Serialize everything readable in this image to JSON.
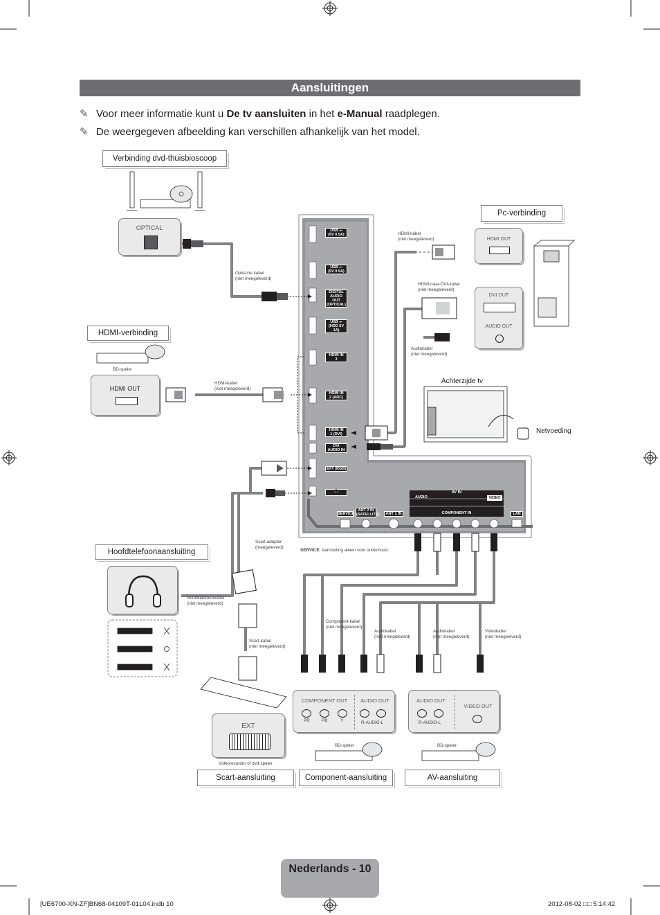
{
  "header": {
    "title": "Aansluitingen"
  },
  "notes": [
    {
      "before": "Voor meer informatie kunt u ",
      "bold1": "De tv aansluiten",
      "mid": " in het ",
      "bold2": "e-Manual",
      "after": " raadplegen."
    },
    {
      "text": "De weergegeven afbeelding kan verschillen afhankelijk van het model."
    }
  ],
  "sections": {
    "dvd": "Verbinding dvd-thuisbioscoop",
    "hdmi": "HDMI-verbinding",
    "pc": "Pc-verbinding",
    "headphone": "Hoofdtelefoonaansluiting",
    "scart": "Scart-aansluiting",
    "component": "Component-aansluiting",
    "av": "AV-aansluiting"
  },
  "device_ports": {
    "optical": "OPTICAL",
    "hdmi_out": "HDMI OUT",
    "pc_hdmi_out": "HDMI OUT",
    "dvi_out": "DVI OUT",
    "audio_out": "AUDIO OUT",
    "ext": "EXT",
    "component_out": "COMPONENT OUT",
    "comp_audio_out": "AUDIO OUT",
    "av_audio_out": "AUDIO OUT",
    "video_out": "VIDEO OUT",
    "pr": "PR",
    "pb": "PB",
    "y": "Y",
    "r_audio_l": "R-AUDIO-L",
    "r_audio_l_av": "R-AUDIO-L"
  },
  "cables": {
    "optical": [
      "Optische kabel",
      "(niet meegeleverd)"
    ],
    "hdmi_left": [
      "HDMI-kabel",
      "(niet meegeleverd)"
    ],
    "hdmi_pc": [
      "HDMI-kabel",
      "(niet meegeleverd)"
    ],
    "hdmi_dvi": [
      "HDMI-naar-DVI-kabel",
      "(niet meegeleverd)"
    ],
    "audio_pc": [
      "Audiokabel",
      "(niet meegeleverd)"
    ],
    "scart_adapter": [
      "Scart-adapter",
      "(meegeleverd)"
    ],
    "headphone": [
      "Hoofdtelefoonkabel",
      "(niet meegeleverd)"
    ],
    "scart": [
      "Scart-kabel",
      "(niet meegeleverd)"
    ],
    "component": [
      "Component-kabel",
      "(niet meegeleverd)"
    ],
    "audio_comp": [
      "Audiokabel",
      "(niet meegeleverd)"
    ],
    "audio_av": [
      "Audiokabel",
      "(niet meegeleverd)"
    ],
    "video": [
      "Videokabel",
      "(niet meegeleverd)"
    ]
  },
  "devices": {
    "bd_player_hdmi": "BD-speler",
    "bd_player_comp": "BD-speler",
    "bd_player_av": "BD-speler",
    "vcr": "Videorecorder of dvd-speler",
    "tv_back": "Achterzijde tv",
    "power": "Netvoeding"
  },
  "tv_ports": {
    "usb1": [
      "USB ⭠",
      "(5V 0.5A)"
    ],
    "usb2": [
      "USB ⭠",
      "(5V 0.5A)"
    ],
    "digital_audio": [
      "DIGITAL",
      "AUDIO OUT",
      "(OPTICAL)"
    ],
    "usb3": [
      "USB ⭠",
      "(HDD 5V 1A)"
    ],
    "hdmi3": [
      "HDMI IN",
      "3"
    ],
    "hdmi2": [
      "HDMI IN",
      "2 (ARC)"
    ],
    "hdmi1": [
      "HDMI IN",
      "1 (DVI)"
    ],
    "dvi_audio": [
      "DVI",
      "AUDIO IN"
    ],
    "ext_rgb": [
      "EXT (RGB)"
    ],
    "headphone": [
      "🎧"
    ],
    "service": "SERVICE",
    "ant2": [
      "ANT 2 IN",
      "(SATELLITE)"
    ],
    "ant1": "ANT 1 IN",
    "av_in": "AV IN",
    "audio": "AUDIO",
    "video": "VIDEO",
    "component_in": "COMPONENT IN",
    "lan": "LAN"
  },
  "service_note": {
    "bold": "SERVICE:",
    "text": " Aansluiting alleen voor onderhoud."
  },
  "footer": {
    "page": "Nederlands - 10",
    "file": "[UE6700-XN-ZF]BN68-04109T-01L04.indb   10",
    "date": "2012-08-02   □□ 5:14:42"
  }
}
